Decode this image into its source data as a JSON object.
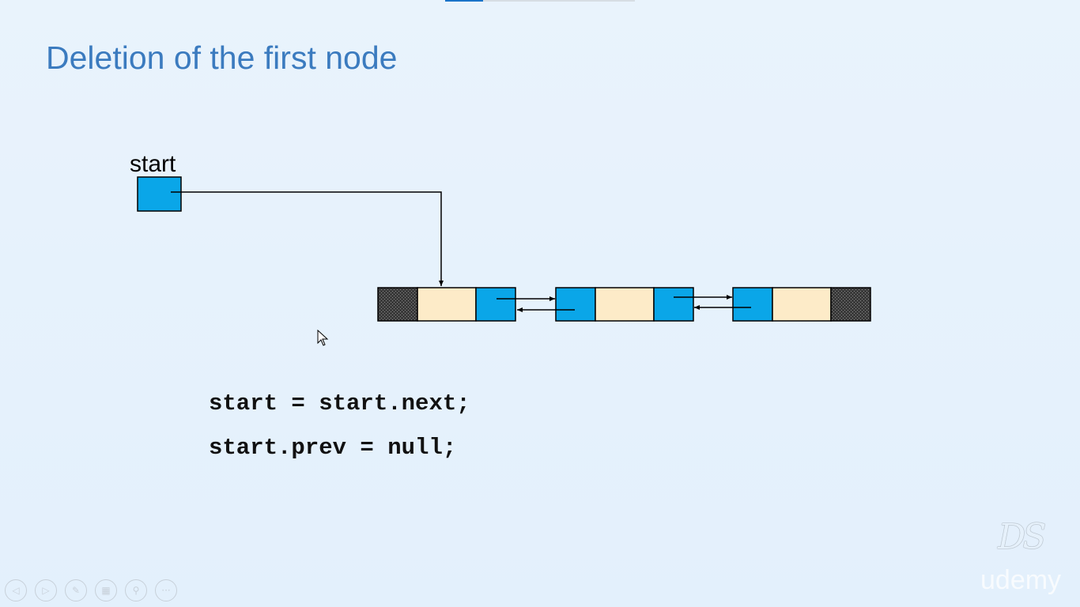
{
  "slide": {
    "title": "Deletion of the first node",
    "start_label": "start",
    "code": [
      "start = start.next;",
      "start.prev = null;"
    ]
  },
  "diagram": {
    "nodes_count": 3,
    "colors": {
      "pointer_cell": "#0aa6e8",
      "data_cell": "#fdebc8",
      "null_cell": "#2a2a2a",
      "outline": "#000000"
    }
  },
  "watermarks": {
    "logo": "DS",
    "brand": "udemy"
  },
  "nav": {
    "icons": [
      "prev-icon",
      "next-icon",
      "pen-icon",
      "slides-icon",
      "zoom-icon",
      "more-icon"
    ],
    "glyphs": [
      "◁",
      "▷",
      "✎",
      "▦",
      "⚲",
      "···"
    ]
  }
}
